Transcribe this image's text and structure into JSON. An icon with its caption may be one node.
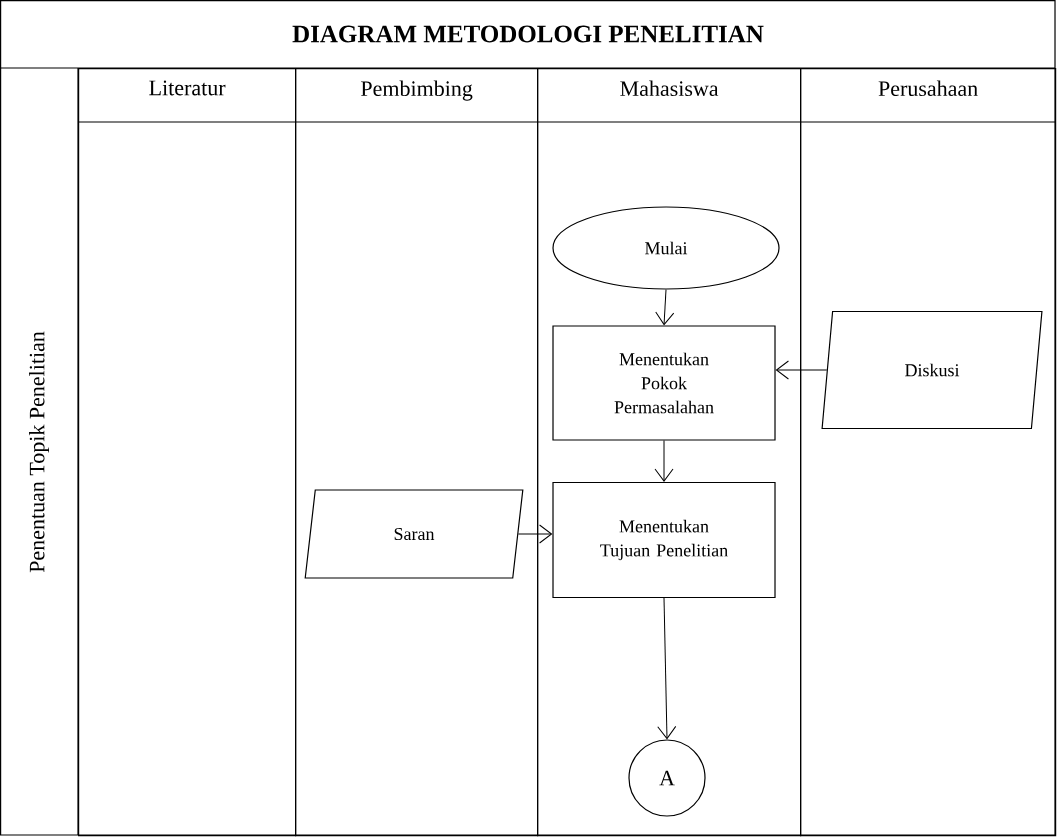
{
  "diagram": {
    "title": "DIAGRAM METODOLOGI PENELITIAN",
    "nodes": [
      {
        "text": [
          "Literatur"
        ]
      },
      {
        "text": [
          "Pembimbing"
        ]
      },
      {
        "text": [
          "Mahasiswa"
        ]
      },
      {
        "text": [
          "Perusahaan"
        ]
      },
      {
        "text": [
          "Mulai"
        ],
        "in": 2
      },
      {
        "text": [
          "Menentukan Pokok Permasalahan"
        ],
        "in": 2
      },
      {
        "text": [
          "Diskusi"
        ],
        "in": 3
      },
      {
        "text": [
          "Saran"
        ],
        "in": 1
      },
      {
        "text": [
          "Menentukan Tujuan Penelitian"
        ],
        "in": 2
      },
      {
        "text": [
          "A"
        ],
        "in": 2
      }
    ],
    "edges": [
      {
        "from": 4,
        "to": 5,
        "arrow": "to"
      },
      {
        "from": 6,
        "to": 5,
        "arrow": "to"
      },
      {
        "from": 5,
        "to": 8,
        "arrow": "to"
      },
      {
        "from": 7,
        "to": 8,
        "arrow": "to"
      },
      {
        "from": 8,
        "to": 9,
        "arrow": "to"
      }
    ],
    "labels": [
      "Penentuan Topik Penelitian"
    ]
  }
}
